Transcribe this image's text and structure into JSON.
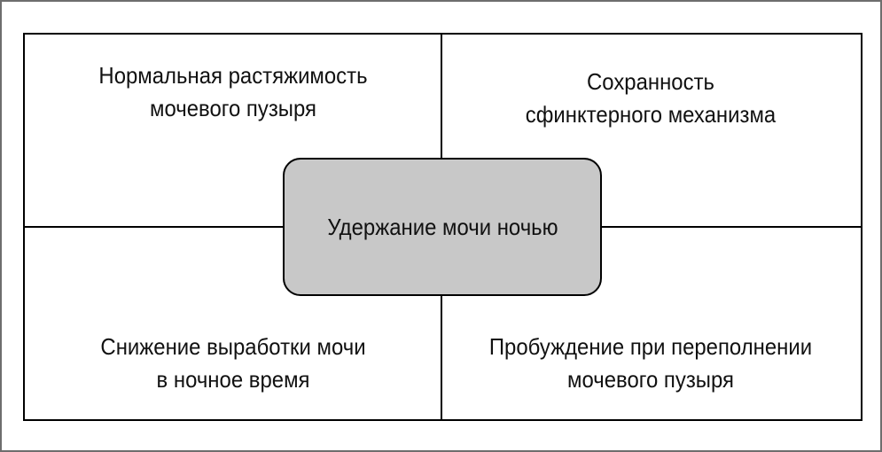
{
  "diagram": {
    "center": "Удержание мочи ночью",
    "top_left": [
      "Нормальная растяжимость",
      "мочевого пузыря"
    ],
    "top_right": [
      "Сохранность",
      "сфинктерного механизма"
    ],
    "bottom_left": [
      "Снижение выработки мочи",
      "в ночное время"
    ],
    "bottom_right": [
      "Пробуждение при переполнении",
      "мочевого пузыря"
    ]
  }
}
